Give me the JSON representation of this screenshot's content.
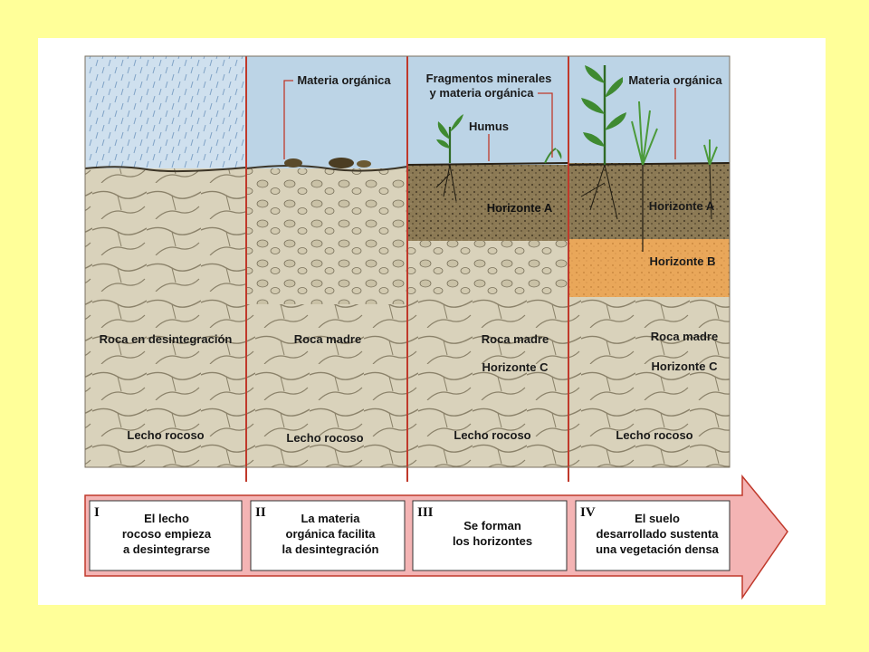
{
  "colors": {
    "page_background": "#ffff99",
    "sky": "#bcd4e6",
    "rock": "#d9d2bb",
    "soil_dark": "#8c7a55",
    "horizon_b": "#e9a75a",
    "divider": "#c0392b",
    "arrow_fill": "#f4b4b4",
    "arrow_stroke": "#c0392b"
  },
  "panels": [
    {
      "id": "I",
      "labels": {
        "roca_desintegracion": "Roca en desintegración",
        "lecho": "Lecho rocoso"
      }
    },
    {
      "id": "II",
      "labels": {
        "materia": "Materia orgánica",
        "roca_madre": "Roca madre",
        "lecho": "Lecho rocoso"
      }
    },
    {
      "id": "III",
      "labels": {
        "fragmentos_1": "Fragmentos minerales",
        "fragmentos_2": "y materia orgánica",
        "humus": "Humus",
        "horizonte_a": "Horizonte A",
        "roca_madre": "Roca madre",
        "horizonte_c": "Horizonte C",
        "lecho": "Lecho rocoso"
      }
    },
    {
      "id": "IV",
      "labels": {
        "materia": "Materia orgánica",
        "horizonte_a": "Horizonte A",
        "horizonte_b": "Horizonte B",
        "roca_madre": "Roca madre",
        "horizonte_c": "Horizonte C",
        "lecho": "Lecho rocoso"
      }
    }
  ],
  "stages": [
    {
      "numeral": "I",
      "lines": [
        "El lecho",
        "rocoso empieza",
        "a desintegrarse"
      ]
    },
    {
      "numeral": "II",
      "lines": [
        "La materia",
        "orgánica facilita",
        "la desintegración"
      ]
    },
    {
      "numeral": "III",
      "lines": [
        "Se forman",
        "los horizontes"
      ]
    },
    {
      "numeral": "IV",
      "lines": [
        "El suelo",
        "desarrollado sustenta",
        "una vegetación densa"
      ]
    }
  ]
}
